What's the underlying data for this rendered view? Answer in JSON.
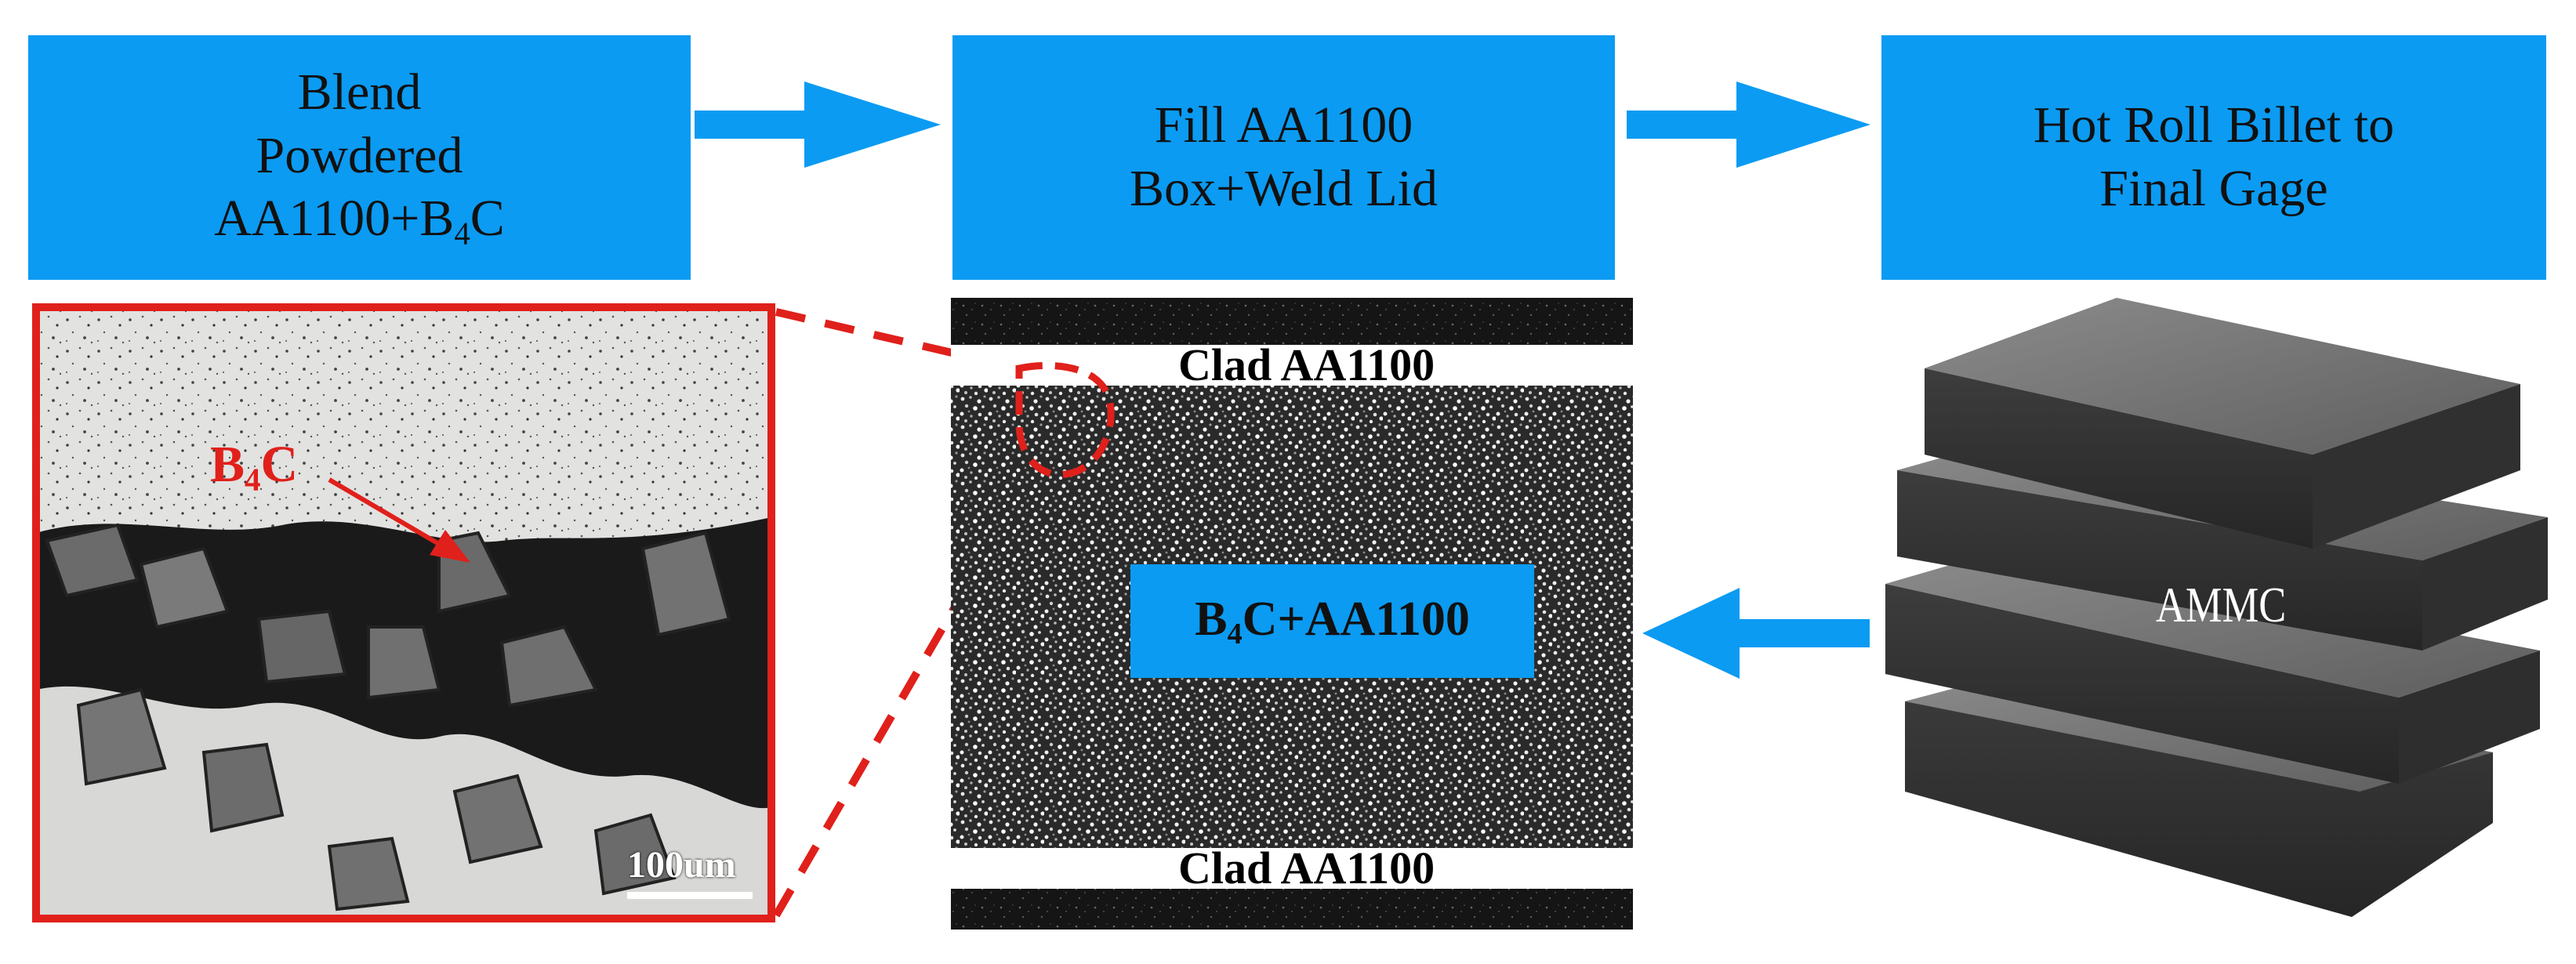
{
  "steps": [
    {
      "lines": [
        "Blend",
        "Powdered"
      ],
      "last_prefix": "AA1100+B",
      "last_sub": "4",
      "last_suffix": "C"
    },
    {
      "lines": [
        "Fill AA1100",
        "Box+Weld Lid"
      ]
    },
    {
      "lines": [
        "Hot Roll Billet to",
        "Final Gage"
      ]
    }
  ],
  "cross_section": {
    "top_label": "Clad AA1100",
    "bottom_label": "Clad AA1100",
    "core_prefix": "B",
    "core_sub": "4",
    "core_suffix": "C+AA1100"
  },
  "micrograph": {
    "particle_prefix": "B",
    "particle_sub": "4",
    "particle_suffix": "C",
    "scale_bar": "100um"
  },
  "plates": {
    "label": "AMMC"
  },
  "colors": {
    "step_box": "#0b9bf2",
    "arrow": "#0b9bf2",
    "highlight": "#e0201b"
  }
}
